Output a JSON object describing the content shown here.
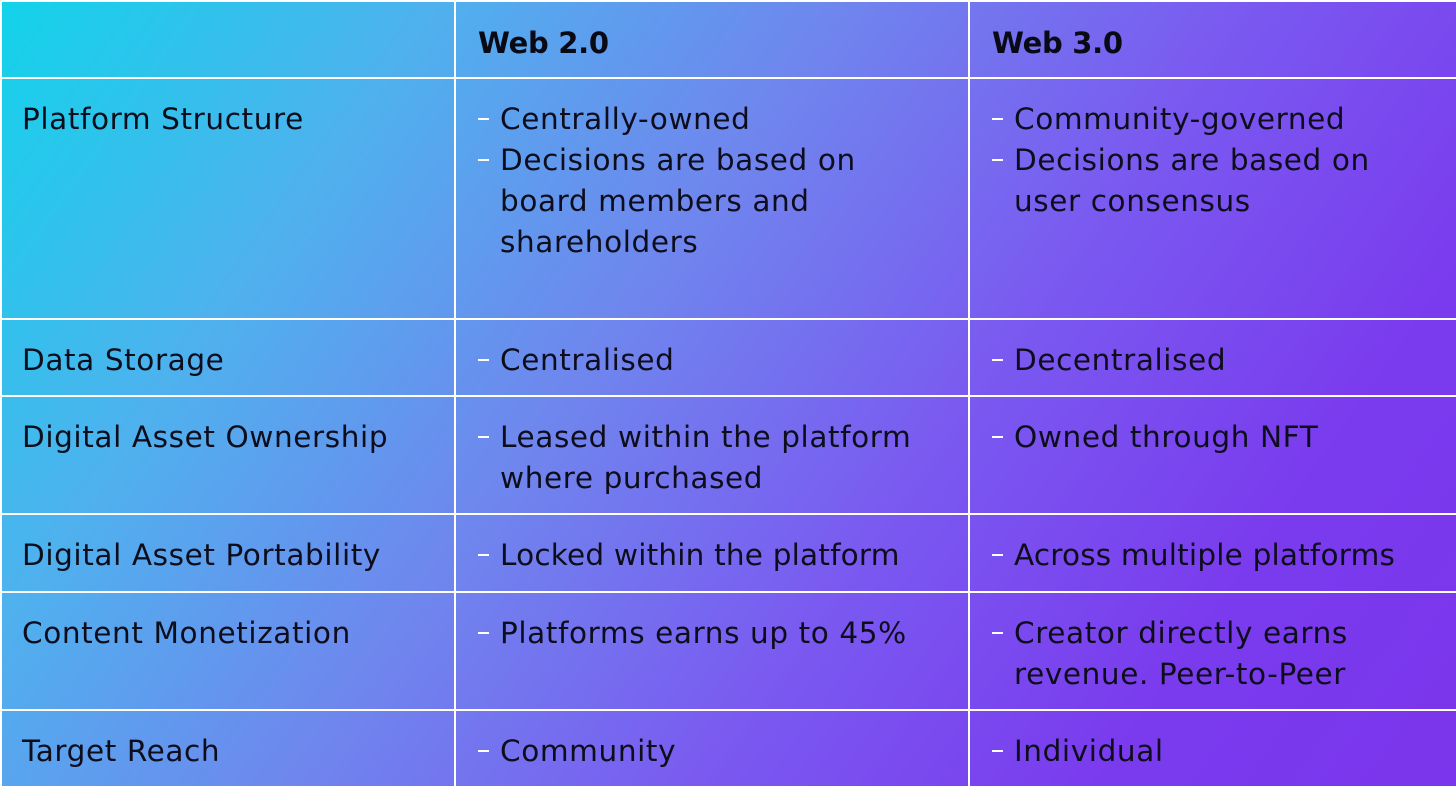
{
  "header": {
    "corner": "",
    "col_web2": "Web 2.0",
    "col_web3": "Web 3.0"
  },
  "rows": [
    {
      "label": "Platform Structure",
      "web2": [
        "Centrally-owned",
        "Decisions are based on board members and shareholders"
      ],
      "web3": [
        "Community-governed",
        "Decisions are based on user consensus"
      ]
    },
    {
      "label": "Data Storage",
      "web2": [
        "Centralised"
      ],
      "web3": [
        "Decentralised"
      ]
    },
    {
      "label": "Digital Asset Ownership",
      "web2": [
        "Leased within the platform where purchased"
      ],
      "web3": [
        "Owned through NFT"
      ]
    },
    {
      "label": "Digital Asset Portability",
      "web2": [
        "Locked within the platform"
      ],
      "web3": [
        "Across multiple platforms"
      ]
    },
    {
      "label": "Content Monetization",
      "web2": [
        "Platforms earns up to 45%"
      ],
      "web3": [
        "Creator directly earns revenue. Peer-to-Peer"
      ]
    },
    {
      "label": "Target Reach",
      "web2": [
        "Community"
      ],
      "web3": [
        "Individual"
      ]
    }
  ],
  "style": {
    "gradient_start": "#12d3ea",
    "gradient_end": "#7b35ec",
    "grid_line": "#ffffff",
    "text": "#0d0d1c"
  }
}
